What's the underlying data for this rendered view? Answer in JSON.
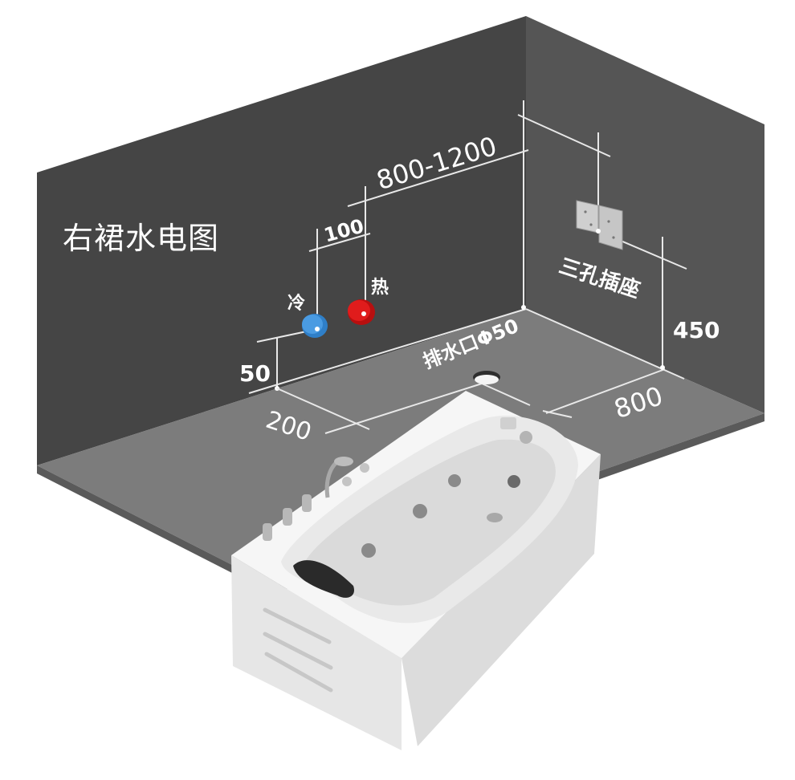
{
  "diagram": {
    "title": "右裙水电图",
    "labels": {
      "cold_water": "冷",
      "hot_water": "热",
      "socket": "三孔插座",
      "drain": "排水口Φ50"
    },
    "dimensions": {
      "socket_offset": "800-1200",
      "inlet_spacing": "100",
      "inlet_height": "50",
      "inlet_from_corner": "200",
      "socket_height": "450",
      "drain_from_wall": "800"
    },
    "colors": {
      "back_wall": "#454545",
      "side_wall": "#545454",
      "floor": "#7a7a7a",
      "cold_valve": "#3a8fd8",
      "hot_valve": "#d81818",
      "lines": "#e8e8e8",
      "tub": "#f2f2f2"
    }
  }
}
